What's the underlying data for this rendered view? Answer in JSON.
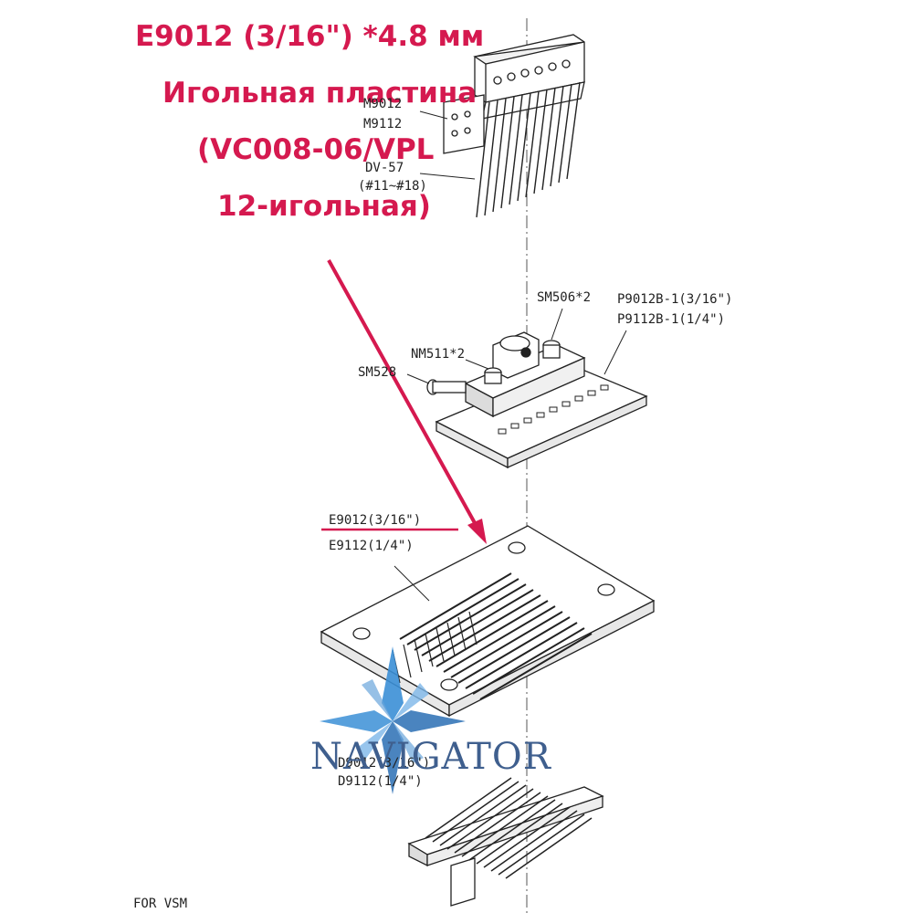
{
  "heading": {
    "line1": "E9012 (3/16\") *4.8 мм",
    "line2": "Игольная пластина",
    "line3": "(VC008-06/VPL",
    "line4": "12-игольная)",
    "color": "#d5194f"
  },
  "labels": {
    "needle_block_a": "M9012",
    "needle_block_b": "M9112",
    "needle": "DV-57",
    "needle_sizes": "(#11~#18)",
    "screw_sm506": "SM506*2",
    "screw_nm511": "NM511*2",
    "screw_sm528": "SM528",
    "presser_a": "P9012B-1(3/16\")",
    "presser_b": "P9112B-1(1/4\")",
    "plate_a": "E9012(3/16\")",
    "plate_b": "E9112(1/4\")",
    "feed_a": "D9012(3/16\")",
    "feed_b": "D9112(1/4\")",
    "footer": "FOR VSM"
  },
  "logo": {
    "text": "NAVIGATOR",
    "color": "#3f5f8e",
    "star_color": "#3b8fd6"
  },
  "accent_color": "#d5194f",
  "line_color": "#222222"
}
